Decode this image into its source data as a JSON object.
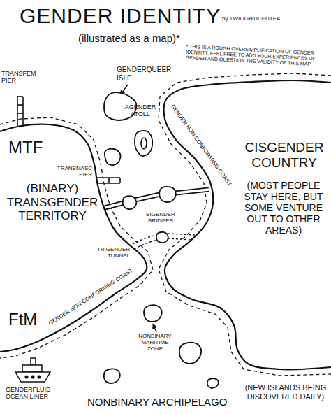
{
  "diagram": {
    "title": "GENDER IDENTITY",
    "nodes": [
      {
        "text": [
          "GENDERQUEER ISLE"
        ]
      },
      {
        "text": [
          "AGENDER ATOLL"
        ]
      },
      {
        "text": [
          "MTF",
          "(BINARY) TRANSGENDER TERRITORY",
          "FtM"
        ]
      },
      {
        "text": [
          "CISGENDER COUNTRY",
          "(MOST PEOPLE STAY HERE, BUT SOME VENTURE OUT TO OTHER AREAS)"
        ]
      }
    ],
    "labels": [
      "by TWILIGHTICEDTEA",
      "(illustrated as a map)*",
      "* THIS IS A ROUGH OVERSIMPLIFICATION OF GENDER IDENTITY, FEEL FREE TO ADD YOUR EXPERIENCES OF GENDER AND QUESTION THE VALIDITY OF THIS MAP",
      "TRANSFEM PIER",
      "TRANSMASC PIER",
      "GENDER NON CONFORMING COAST",
      "BIGENDER BRIDGES",
      "TRIGENDER TUNNEL",
      "GENDER NON CONFORMING COAST",
      "NONBINARY MARITIME ZONE",
      "GENDERFLUID OCEAN LINER",
      "NONBINARY ARCHIPELAGO",
      "(NEW ISLANDS BEING DISCOVERED DAILY)"
    ]
  }
}
